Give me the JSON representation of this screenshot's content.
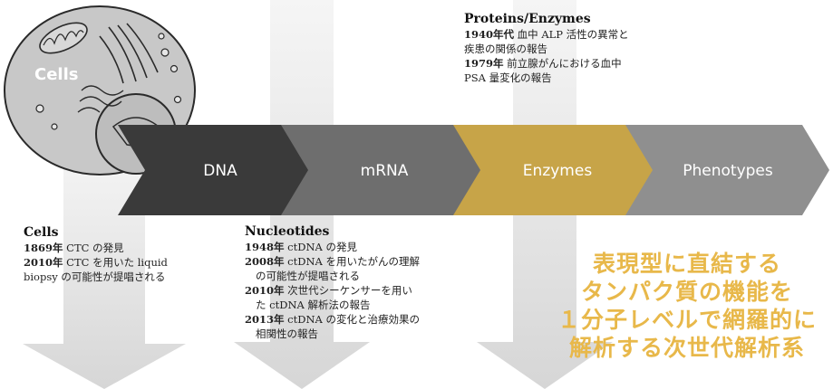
{
  "diagram": {
    "cell_label": "Cells",
    "chevrons": [
      {
        "label": "DNA",
        "fill": "#3a3a3a"
      },
      {
        "label": "mRNA",
        "fill": "#6e6e6e"
      },
      {
        "label": "Enzymes",
        "fill": "#c7a448"
      },
      {
        "label": "Phenotypes",
        "fill": "#8f8f8f"
      }
    ],
    "colors": {
      "down_arrow": "#e5e5e5",
      "message": "#e8b84a",
      "cell_fill": "#c8c8c8",
      "cell_stroke": "#2a2a2a"
    }
  },
  "notes": {
    "cells": {
      "heading": "Cells",
      "entries": [
        {
          "year": "1869年",
          "text": " CTC の発見"
        },
        {
          "year": "2010年",
          "text": " CTC を用いた liquid"
        },
        {
          "year": "",
          "text": "biopsy の可能性が提唱される"
        }
      ]
    },
    "nucleotides": {
      "heading": "Nucleotides",
      "entries": [
        {
          "year": "1948年",
          "text": " ctDNA の発見"
        },
        {
          "year": "2008年",
          "text": " ctDNA を用いたがんの理解"
        },
        {
          "year": "",
          "text": "の可能性が提唱される"
        },
        {
          "year": "2010年",
          "text": " 次世代シーケンサーを用い"
        },
        {
          "year": "",
          "text": "た ctDNA 解析法の報告"
        },
        {
          "year": "2013年",
          "text": " ctDNA の変化と治療効果の"
        },
        {
          "year": "",
          "text": "相関性の報告"
        }
      ]
    },
    "proteins": {
      "heading": "Proteins/Enzymes",
      "entries": [
        {
          "year": "1940年代",
          "text": " 血中 ALP 活性の異常と"
        },
        {
          "year": "",
          "text": "疾患の関係の報告"
        },
        {
          "year": "1979年",
          "text": " 前立腺がんにおける血中"
        },
        {
          "year": "",
          "text": "PSA 量変化の報告"
        }
      ]
    }
  },
  "message": {
    "lines": [
      "表現型に直結する",
      "タンパク質の機能を",
      "１分子レベルで網羅的に",
      "解析する次世代解析系"
    ]
  }
}
